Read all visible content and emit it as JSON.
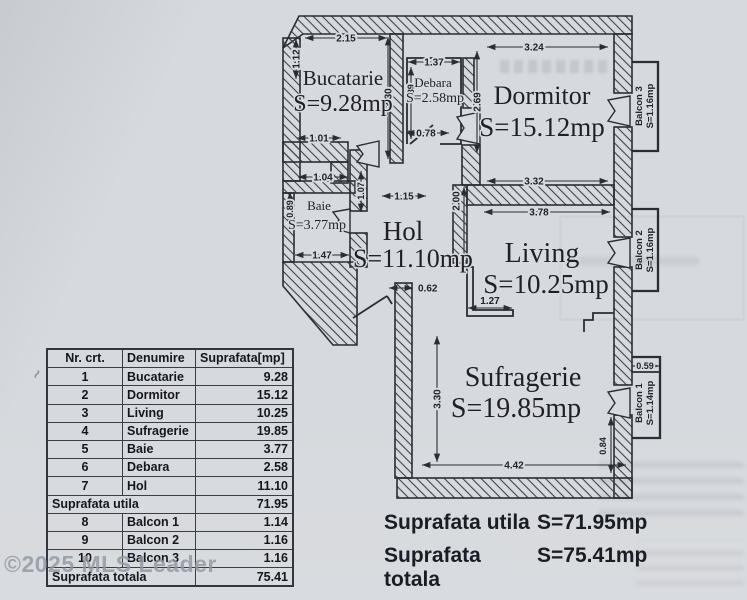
{
  "plan": {
    "rooms": {
      "bucatarie": {
        "name": "Bucatarie",
        "area": "S=9.28mp"
      },
      "debara": {
        "name": "Debara",
        "area": "S=2.58mp"
      },
      "dormitor": {
        "name": "Dormitor",
        "area": "S=15.12mp"
      },
      "baie": {
        "name": "Baie",
        "area": "S=3.77mp"
      },
      "hol": {
        "name": "Hol",
        "area": "S=11.10mp"
      },
      "living": {
        "name": "Living",
        "area": "S=10.25mp"
      },
      "sufragerie": {
        "name": "Sufragerie",
        "area": "S=19.85mp"
      },
      "balcon1": {
        "name": "Balcon 1",
        "area": "S=1.14mp"
      },
      "balcon2": {
        "name": "Balcon 2",
        "area": "S=1.16mp"
      },
      "balcon3": {
        "name": "Balcon 3",
        "area": "S=1.16mp"
      }
    },
    "dims": {
      "buc_top": "2.15",
      "buc_left": "1.12",
      "buc_right": "3.30",
      "deb_top": "1.37",
      "deb_left": "1.89",
      "deb_door": "0.78",
      "dorm_left": "2.69",
      "dorm_top": "3.24",
      "dorm_bottom": "3.32",
      "buc_bottom": "1.01",
      "baie_top": "1.04",
      "baie_left": "0.89",
      "baie_right": "1.07",
      "baie_bottom": "1.47",
      "hol_top": "1.15",
      "hol_right": "2.00",
      "liv_top": "3.78",
      "liv_inner": "1.27",
      "suf_top": "0.62",
      "suf_left": "3.30",
      "suf_bottom": "4.42",
      "suf_right": "0.84",
      "balc1_top": "0.59"
    }
  },
  "table": {
    "headers": [
      "Nr. crt.",
      "Denumire",
      "Suprafata[mp]"
    ],
    "rows": [
      {
        "nr": "1",
        "name": "Bucatarie",
        "value": "9.28"
      },
      {
        "nr": "2",
        "name": "Dormitor",
        "value": "15.12"
      },
      {
        "nr": "3",
        "name": "Living",
        "value": "10.25"
      },
      {
        "nr": "4",
        "name": "Sufragerie",
        "value": "19.85"
      },
      {
        "nr": "5",
        "name": "Baie",
        "value": "3.77"
      },
      {
        "nr": "6",
        "name": "Debara",
        "value": "2.58"
      },
      {
        "nr": "7",
        "name": "Hol",
        "value": "11.10"
      },
      {
        "label": "Suprafata utila",
        "value": "71.95"
      },
      {
        "nr": "8",
        "name": "Balcon 1",
        "value": "1.14"
      },
      {
        "nr": "9",
        "name": "Balcon 2",
        "value": "1.16"
      },
      {
        "nr": "10",
        "name": "Balcon 3",
        "value": "1.16"
      },
      {
        "label": "Suprafata totala",
        "value": "75.41"
      }
    ]
  },
  "summary": {
    "utila_label": "Suprafata utila",
    "utila_value": "S=71.95mp",
    "totala_label": "Suprafata totala",
    "totala_value": "S=75.41mp"
  },
  "watermark": "©2025 MLS Leader",
  "pen_mark": "~",
  "colors": {
    "paper": "#d6d9dd",
    "ink": "#2b2d34",
    "watermark": "#9197a3"
  }
}
